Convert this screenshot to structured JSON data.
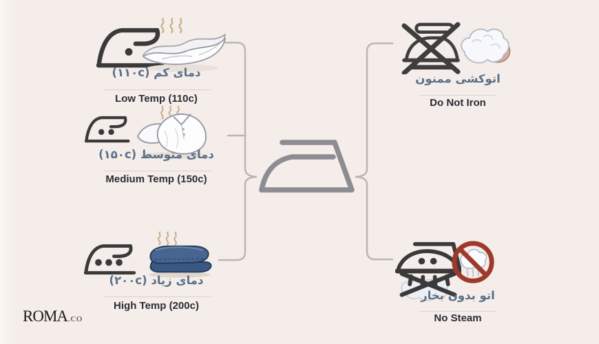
{
  "brand": {
    "name": "ROMA",
    "suffix": ".CO"
  },
  "colors": {
    "background": "#f4ede9",
    "persian_text": "#5a7088",
    "english_text": "#2c2c33",
    "icon_dark": "#3b3a3a",
    "center_iron_gray": "#8d8c92",
    "connector_gray": "#bcb5b1",
    "steam_tan": "#c2a176",
    "towel_blue": "#476590",
    "prohibition_red": "#9e3a2d"
  },
  "center": {
    "icon": "iron-outline-icon"
  },
  "temperature_levels": [
    {
      "persian": "دمای کم (۱۱۰c)",
      "english": "Low Temp (110c)",
      "dots": 1,
      "icon": "iron-one-dot-icon",
      "fabric_icon": "delicate-fabric"
    },
    {
      "persian": "دمای متوسط (۱۵۰c)",
      "english": "Medium Temp (150c)",
      "dots": 2,
      "icon": "iron-two-dot-icon",
      "fabric_icon": "white-shirt"
    },
    {
      "persian": "دمای زیاد (۲۰۰c)",
      "english": "High Temp (200c)",
      "dots": 3,
      "icon": "iron-three-dot-icon",
      "fabric_icon": "blue-towel"
    }
  ],
  "prohibitions": [
    {
      "persian": "اتوکشی ممنون",
      "english": "Do Not Iron",
      "icon": "do-not-iron-icon",
      "fabric_icon": "wool-fleece"
    },
    {
      "persian": "اتو بدون بخار",
      "english": "No Steam",
      "icon": "no-steam-icon",
      "fabric_icon": "steam-prohibited-sign"
    }
  ]
}
